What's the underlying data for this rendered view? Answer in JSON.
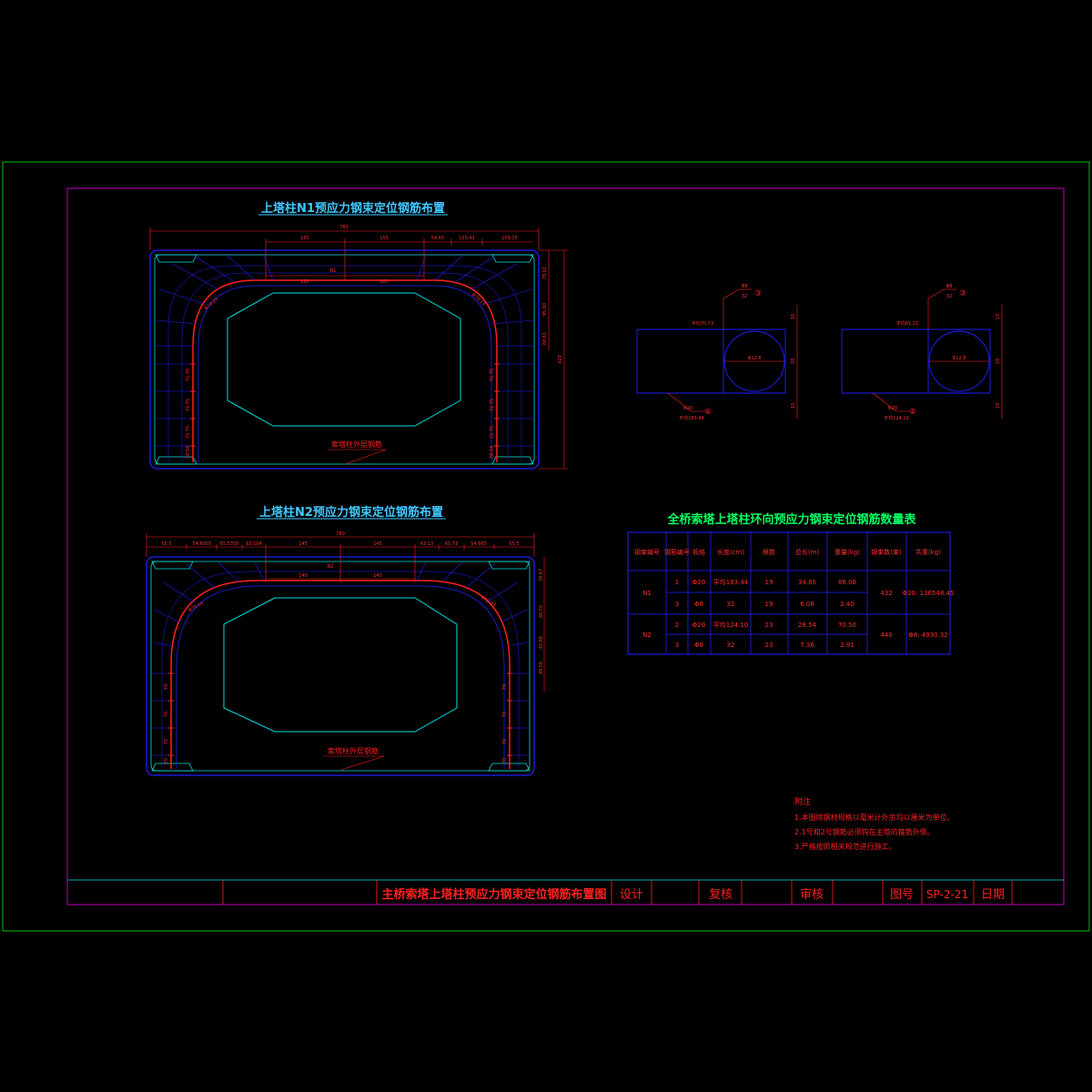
{
  "drawing": {
    "title_n1": "上塔柱N1预应力钢束定位钢筋布置",
    "title_n2": "上塔柱N2预应力钢束定位钢筋布置",
    "table_title": "全桥索塔上塔柱环向预应力钢束定位钢筋数量表",
    "label_outer_rebar": "索塔柱外层钢筋",
    "n1_dims": {
      "total": "780",
      "top": [
        "165",
        "155",
        "54.65",
        "120.41",
        "109.15"
      ],
      "inner": [
        "160",
        "160"
      ],
      "right": [
        "78.61",
        "95.00",
        "60.61"
      ],
      "height": "420",
      "left": [
        "72.75",
        "72.75",
        "72.75",
        "78.54"
      ],
      "right_inner": [
        "72.75",
        "72.75",
        "72.75",
        "78.54"
      ],
      "arc": [
        "Φ79.23",
        "Φ79.23"
      ],
      "section": "N1"
    },
    "n2_dims": {
      "total": "780",
      "top": [
        "55.5",
        "54.6055",
        "65.5355",
        "63.104",
        "145",
        "145",
        "63.13",
        "65.73",
        "54.665",
        "55.5"
      ],
      "inner": [
        "140",
        "140"
      ],
      "right": [
        "78.67",
        "66.56",
        "42.66",
        "49.56"
      ],
      "left": [
        "70",
        "70",
        "70",
        "70"
      ],
      "right_inner": [
        "70",
        "70",
        "70",
        "70"
      ],
      "arc": [
        "Φ70.64",
        "Φ70.64"
      ],
      "section": "N2"
    },
    "detail1": {
      "label_top": "Φ8",
      "num_top": "32",
      "callout_top": "③",
      "left_text": "平均70.73",
      "circle": "Φ12.8",
      "label_bot": "Φ20",
      "len_bot": "平均183.44",
      "callout_bot": "①",
      "right_dims": [
        "10",
        "18",
        "10"
      ]
    },
    "detail2": {
      "label_top": "Φ8",
      "num_top": "32",
      "callout_top": "③",
      "left_text": "平均61.21",
      "circle": "Φ12.8",
      "label_bot": "Φ20",
      "len_bot": "平均124.10",
      "callout_bot": "②",
      "right_dims": [
        "10",
        "18",
        "10"
      ]
    },
    "table": {
      "headers": [
        "钢束编号",
        "钢筋编号",
        "规格",
        "长度(cm)",
        "根数",
        "总长(m)",
        "重量(kg)",
        "钢束数(束)",
        "共重(kg)"
      ],
      "rows": [
        [
          "N1",
          "1",
          "Φ20",
          "平均183.44",
          "19",
          "34.85",
          "86.08",
          "432",
          "Φ20: 136548.45"
        ],
        [
          "",
          "3",
          "Φ8",
          "32",
          "19",
          "6.08",
          "2.40",
          "",
          ""
        ],
        [
          "N2",
          "2",
          "Φ20",
          "平均124.10",
          "23",
          "28.54",
          "70.50",
          "440",
          "Φ8: 4930.32"
        ],
        [
          "",
          "3",
          "Φ8",
          "32",
          "23",
          "7.36",
          "2.91",
          "",
          ""
        ]
      ]
    },
    "notes": {
      "heading": "附注",
      "items": [
        "1.本图除钢材规格以毫米计外余均以厘米为单位。",
        "2.1号和2号钢筋必须钩在主塔的箍筋外侧。",
        "3.严格按照相关规范进行施工。"
      ]
    },
    "title_block": {
      "main_title": "主桥索塔上塔柱预应力钢束定位钢筋布置图",
      "design": "设计",
      "check": "复核",
      "review": "审核",
      "drawing_no_label": "图号",
      "drawing_no": "SP-2-21",
      "date": "日期"
    },
    "colors": {
      "background": "#000000",
      "outer_frame": "#00c000",
      "inner_frame": "#c000c0",
      "blue": "#2020ff",
      "cyan": "#00e0e0",
      "red": "#ff2020",
      "title_cyan": "#40c8ff",
      "green_text": "#00ff60"
    }
  }
}
